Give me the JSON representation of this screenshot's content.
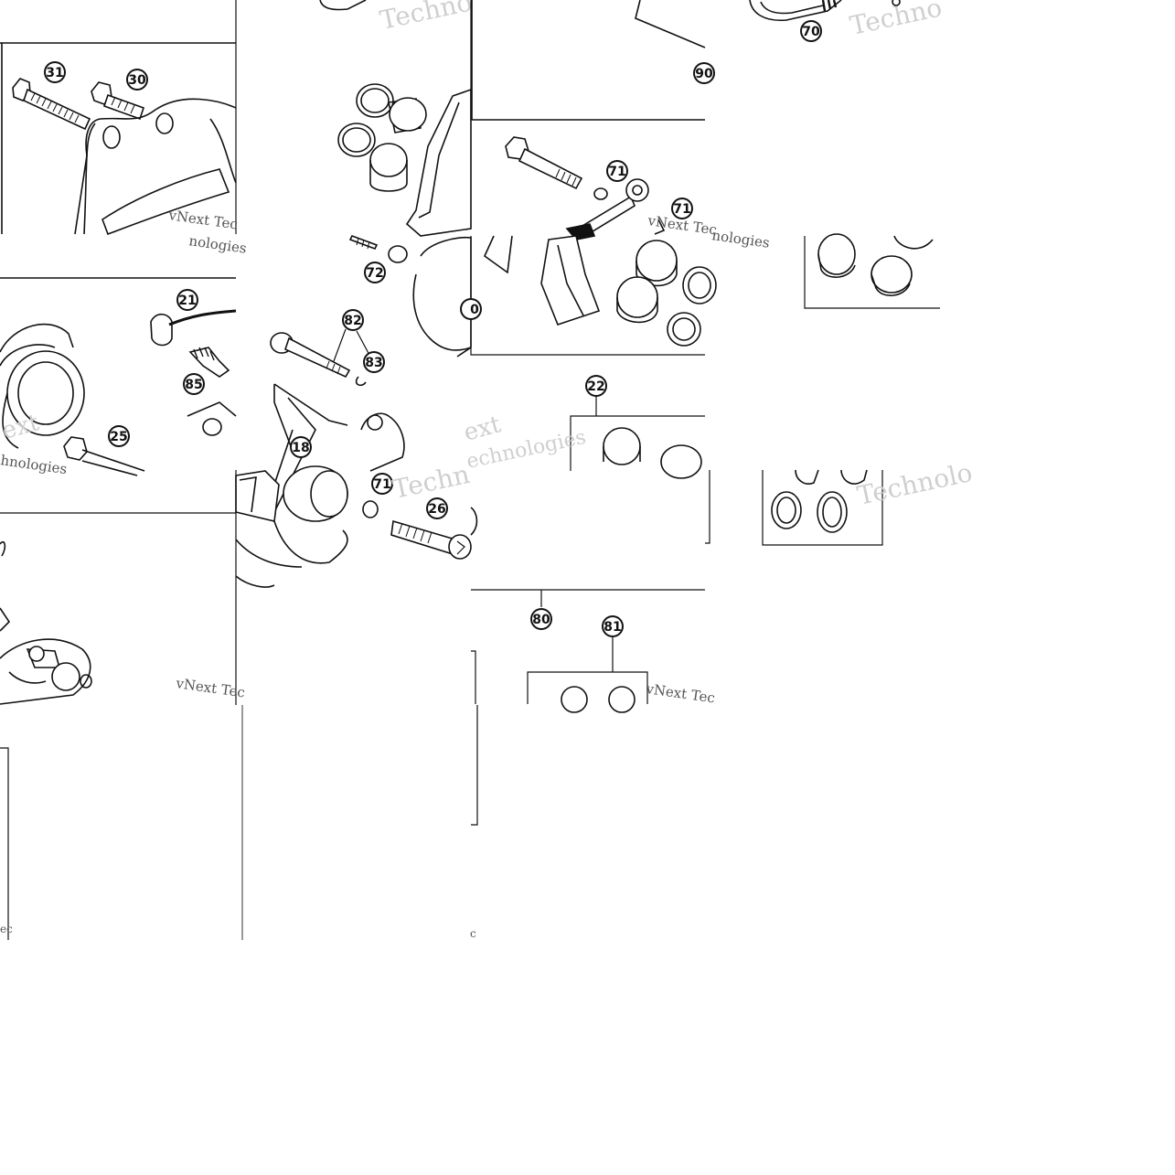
{
  "diagram": {
    "background": "#ffffff",
    "ink": "#111111",
    "watermark_color": "#bdbdbd",
    "callouts": {
      "c31": "31",
      "c30": "30",
      "c70": "70",
      "c90": "90",
      "c71a": "71",
      "c71b": "71",
      "c71c": "71",
      "c72": "72",
      "c21": "21",
      "c82": "82",
      "c83": "83",
      "c85": "85",
      "c25": "25",
      "c18": "18",
      "c26": "26",
      "c22": "22",
      "c80": "80",
      "c81": "81",
      "c0": "0"
    },
    "watermarks": {
      "w1": "Techno",
      "w2": "Techno",
      "w3": "vNext Tec",
      "w4": "nologies",
      "w5": "vNext Tec",
      "w6": "nologies",
      "w7": "ext",
      "w8": "echnologies",
      "w9": "ext",
      "w10": "hnologies",
      "w11": "Techn",
      "w12": "Technolo",
      "w13": "vNext Tec",
      "w14": "vNext Tec"
    }
  }
}
